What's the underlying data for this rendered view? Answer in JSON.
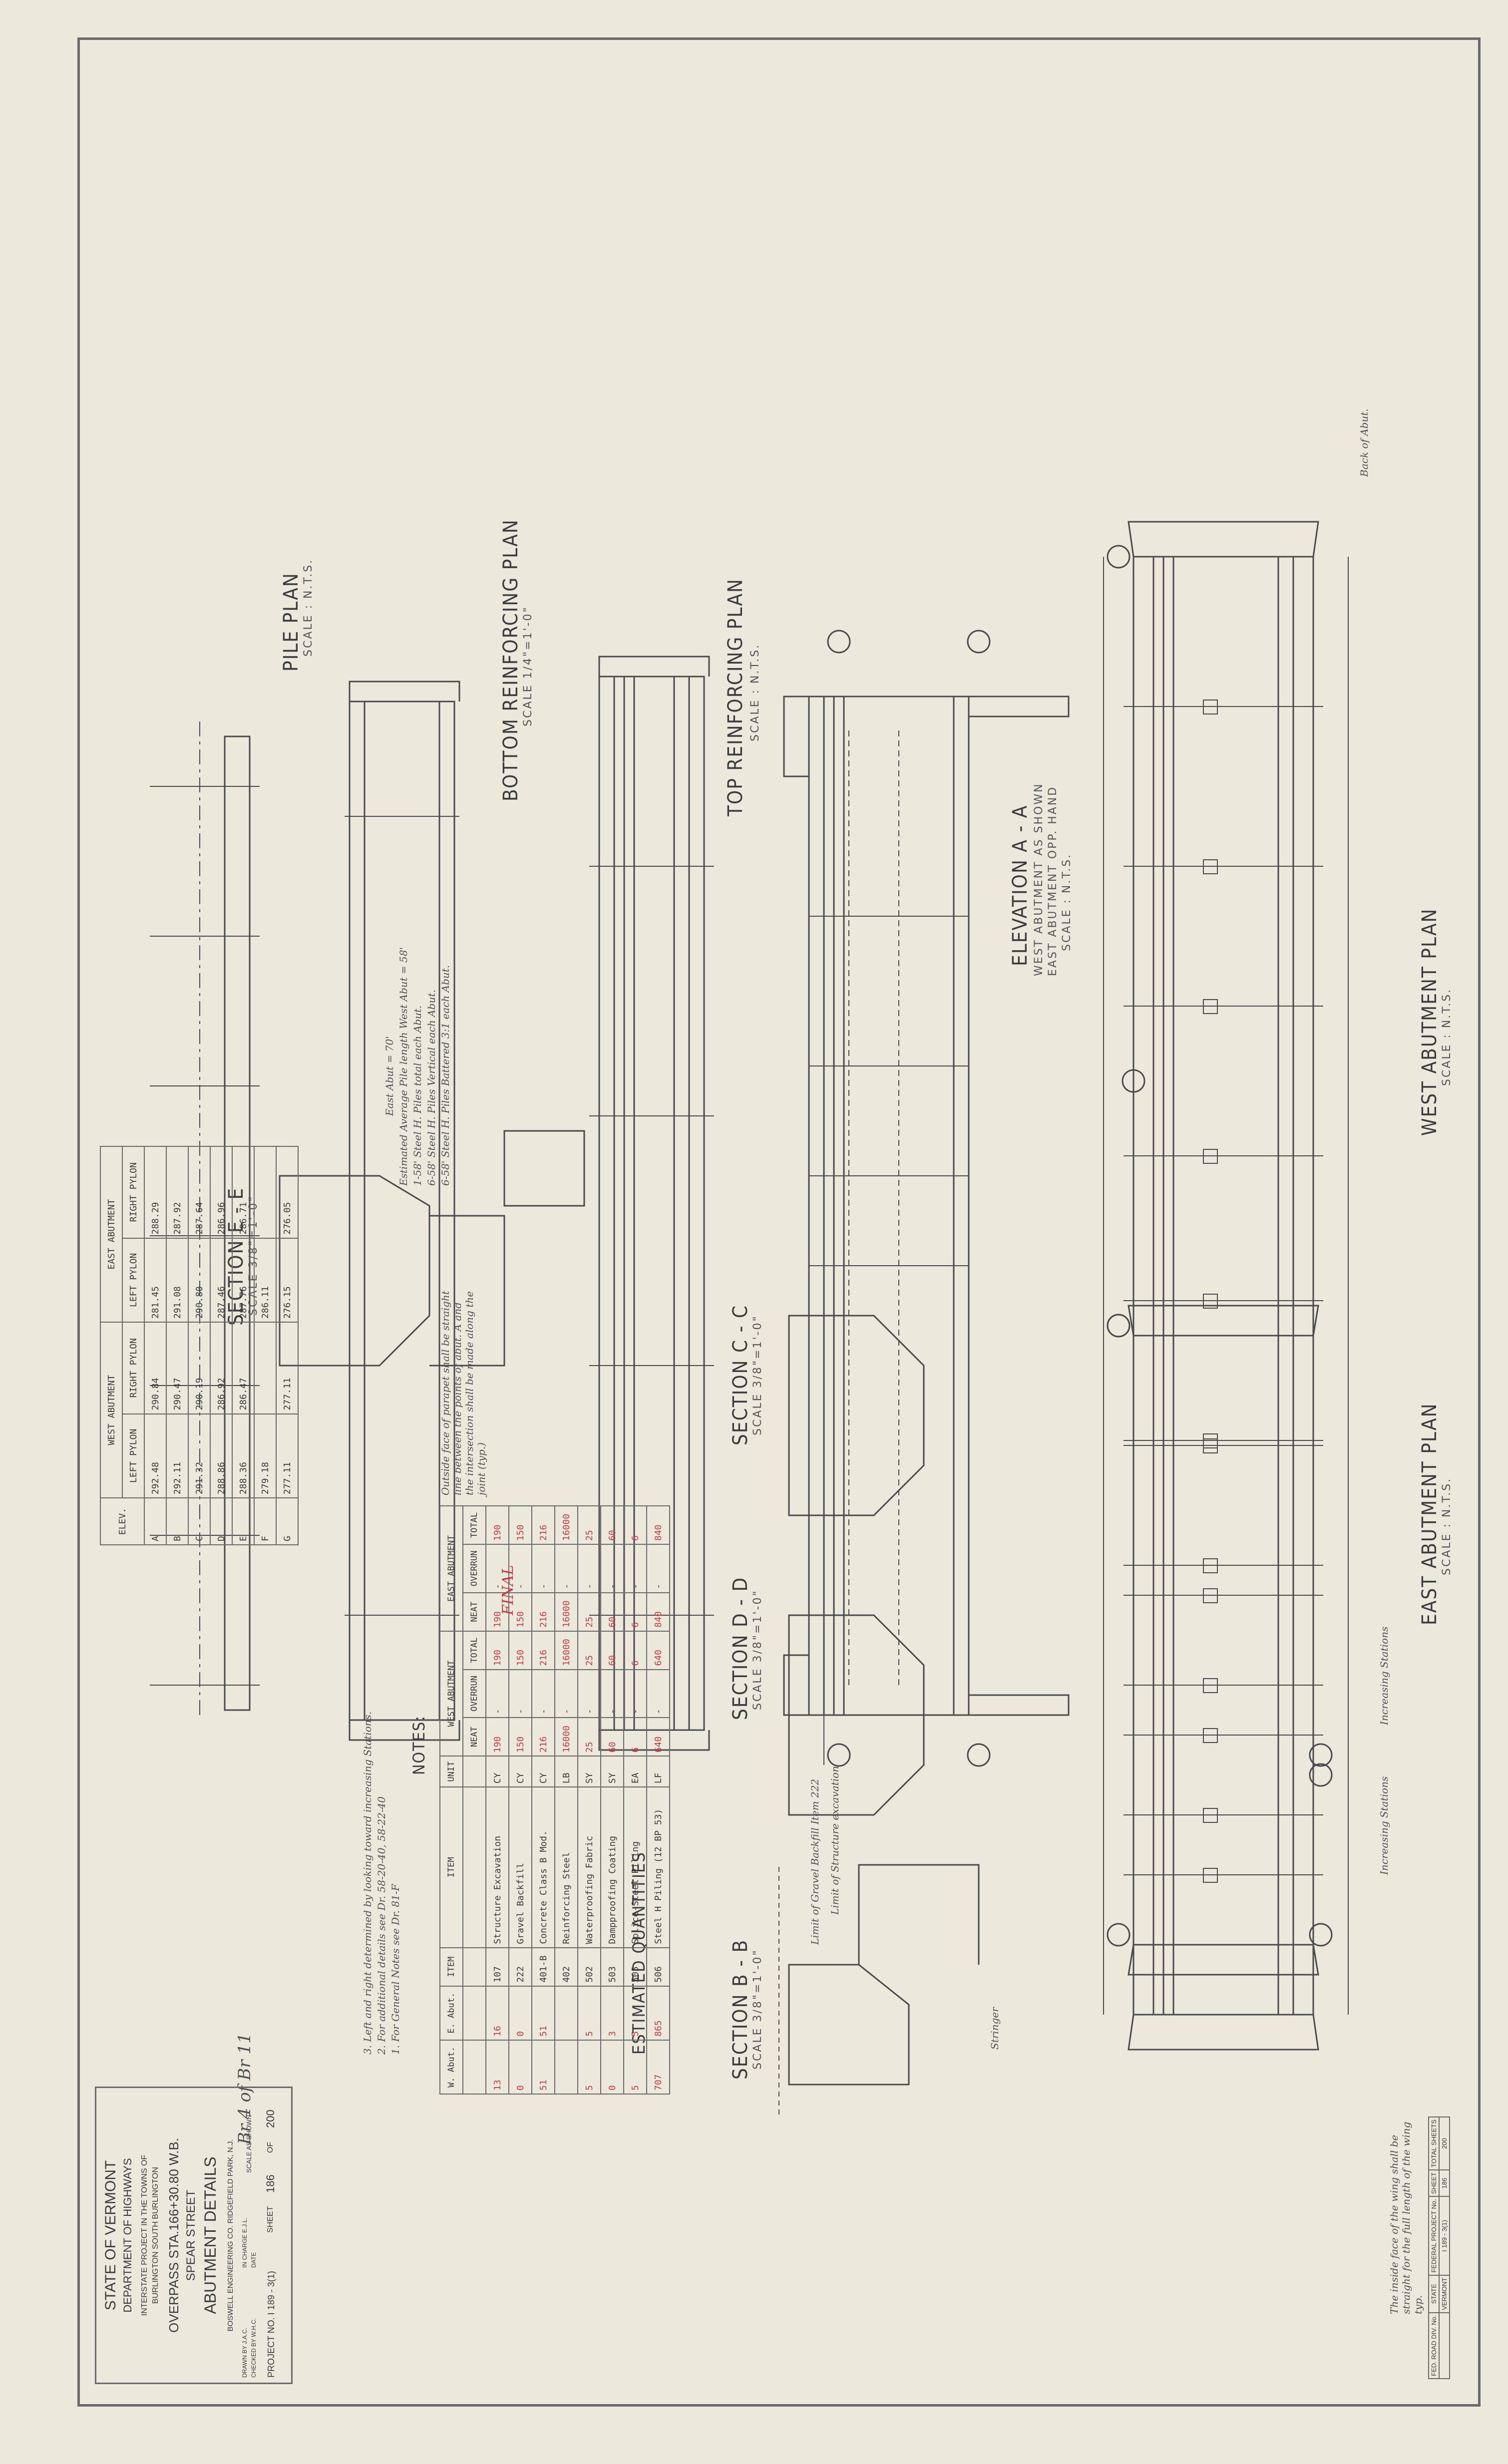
{
  "drawings": {
    "west_abutment_plan": {
      "title": "WEST  ABUTMENT PLAN",
      "scale": "SCALE : N.T.S."
    },
    "elevation_aa": {
      "title": "ELEVATION A - A",
      "sub1": "WEST ABUTMENT AS SHOWN",
      "sub2": "EAST ABUTMENT OPP. HAND",
      "scale": "SCALE : N.T.S."
    },
    "top_reinforcing_plan": {
      "title": "TOP REINFORCING PLAN",
      "scale": "SCALE : N.T.S."
    },
    "bottom_reinforcing_plan": {
      "title": "BOTTOM REINFORCING PLAN",
      "scale": "SCALE 1/4\"=1'-0\""
    },
    "pile_plan": {
      "title": "PILE  PLAN",
      "scale": "SCALE : N.T.S."
    },
    "east_abutment_plan": {
      "title": "EAST  ABUTMENT PLAN",
      "scale": "SCALE : N.T.S."
    },
    "section_cc": {
      "title": "SECTION  C - C",
      "scale": "SCALE  3/8\"=1'-0\""
    },
    "section_dd": {
      "title": "SECTION  D - D",
      "scale": "SCALE  3/8\"=1'-0\""
    },
    "section_bb": {
      "title": "SECTION  B - B",
      "scale": "SCALE  3/8\"=1'-0\""
    },
    "section_ee": {
      "title": "SECTION  E - E",
      "scale": "SCALE  3/8\"=1'-0\""
    }
  },
  "annotations": {
    "wing_face_note": "The inside face of the wing shall be straight for the full length of the wing typ.",
    "increasing_stations_1": "Increasing Stations",
    "increasing_stations_2": "Increasing Stations",
    "back_of_abut": "Back of Abut.",
    "limit_structure": "Limit of Structure excavation",
    "limit_gravel": "Limit of Gravel Backfill Item 222",
    "stringer": "Stringer",
    "piles_note_1": "6-58' Steel H. Piles Battered 3:1 each Abut.",
    "piles_note_2": "6-58' Steel H. Piles Vertical each Abut.",
    "piles_note_3": "1-58' Steel H. Piles total each Abut.",
    "piles_note_4": "Estimated Average Pile length West Abut = 58'",
    "piles_note_5": "East Abut = 70'",
    "outside_face_note": "Outside face of parapet shall be straight line between the points of abut. A and the intersection shall be made along the joint (typ.)",
    "final_stamp": "FINAL",
    "br_note": "Br 4 of Br 11"
  },
  "quantities": {
    "title": "ESTIMATED   QUANTITIES",
    "col_item_no": "ITEM",
    "col_item": "ITEM",
    "col_unit": "UNIT",
    "col_west": "WEST  ABUTMENT",
    "col_east": "EAST  ABUTMENT",
    "col_neat": "NEAT",
    "col_overrun": "OVERRUN",
    "col_total": "TOTAL",
    "left_head_1": "W. Abut.",
    "left_head_2": "E. Abut.",
    "rows": [
      {
        "w": "13",
        "e": "16",
        "no": "107",
        "item": "Structure Excavation",
        "unit": "CY",
        "wn": "190",
        "wo": "-",
        "wt": "190",
        "en": "190",
        "eo": "-",
        "et": "190"
      },
      {
        "w": "0",
        "e": "0",
        "no": "222",
        "item": "Gravel Backfill",
        "unit": "CY",
        "wn": "150",
        "wo": "-",
        "wt": "150",
        "en": "150",
        "eo": "-",
        "et": "150"
      },
      {
        "w": "51",
        "e": "51",
        "no": "401-B",
        "item": "Concrete Class B Mod.",
        "unit": "CY",
        "wn": "216",
        "wo": "-",
        "wt": "216",
        "en": "216",
        "eo": "-",
        "et": "216"
      },
      {
        "w": "",
        "e": "",
        "no": "402",
        "item": "Reinforcing Steel",
        "unit": "LB",
        "wn": "16000",
        "wo": "-",
        "wt": "16000",
        "en": "16000",
        "eo": "-",
        "et": "16000"
      },
      {
        "w": "5",
        "e": "5",
        "no": "502",
        "item": "Waterproofing Fabric",
        "unit": "SY",
        "wn": "25",
        "wo": "-",
        "wt": "25",
        "en": "25",
        "eo": "-",
        "et": "25"
      },
      {
        "w": "0",
        "e": "3",
        "no": "503",
        "item": "Dampproofing Coating",
        "unit": "SY",
        "wn": "60",
        "wo": "-",
        "wt": "60",
        "en": "60",
        "eo": "-",
        "et": "60"
      },
      {
        "w": "5",
        "e": "5",
        "no": "505",
        "item": "Splice-Steel Piling",
        "unit": "EA",
        "wn": "6",
        "wo": "-",
        "wt": "6",
        "en": "6",
        "eo": "-",
        "et": "6"
      },
      {
        "w": "707",
        "e": "865",
        "no": "506",
        "item": "Steel H Piling (12 BP 53)",
        "unit": "LF",
        "wn": "640",
        "wo": "-",
        "wt": "640",
        "en": "840",
        "eo": "-",
        "et": "840"
      }
    ]
  },
  "notes": {
    "title": "NOTES:",
    "n1": "1. For General Notes see Dr. 81-F",
    "n2": "2. For additional details see Dr. 58-20-40, 58-22-40",
    "n3": "3. Left and right determined by looking toward increasing Stations."
  },
  "elevations": {
    "head_elev": "ELEV.",
    "head_west": "WEST  ABUTMENT",
    "head_east": "EAST  ABUTMENT",
    "head_left": "LEFT PYLON",
    "head_right": "RIGHT PYLON",
    "rows": [
      {
        "e": "A",
        "wl": "292.48",
        "wr": "290.84",
        "el": "281.45",
        "er": "288.29"
      },
      {
        "e": "B",
        "wl": "292.11",
        "wr": "290.47",
        "el": "291.08",
        "er": "287.92"
      },
      {
        "e": "C",
        "wl": "291.32",
        "wr": "290.19",
        "el": "290.80",
        "er": "287.64"
      },
      {
        "e": "D",
        "wl": "288.86",
        "wr": "286.92",
        "el": "287.46",
        "er": "286.96"
      },
      {
        "e": "E",
        "wl": "288.36",
        "wr": "286.47",
        "el": "287.76",
        "er": "286.71"
      },
      {
        "e": "F",
        "wl": "279.18",
        "wr": "",
        "el": "286.11",
        "er": ""
      },
      {
        "e": "G",
        "wl": "277.11",
        "wr": "277.11",
        "el": "276.15",
        "er": "276.05"
      }
    ]
  },
  "title_block": {
    "state": "STATE OF VERMONT",
    "dept": "DEPARTMENT OF HIGHWAYS",
    "project_line": "INTERSTATE PROJECT IN THE TOWNS OF",
    "towns": "BURLINGTON  SOUTH BURLINGTON",
    "overpass": "OVERPASS STA.166+30.80 W.B.",
    "street": "SPEAR  STREET",
    "sheet_title": "ABUTMENT  DETAILS",
    "firm": "BOSWELL ENGINEERING CO.     RIDGEFIELD PARK, N.J.",
    "drawn": "DRAWN BY  J.A.C.",
    "checked": "CHECKED BY  W.H.C.",
    "in_charge": "IN CHARGE  E.J.L.",
    "date": "DATE",
    "scale": "SCALE AS SHOWN",
    "project_no": "PROJECT NO. I 189 - 3(1)",
    "sheet": "SHEET",
    "sheet_no": "186",
    "of": "OF",
    "total": "200"
  },
  "fed_block": {
    "h1": "FED. ROAD DIV. No.",
    "h2": "STATE",
    "h3": "FEDERAL PROJECT No.",
    "h4": "SHEET",
    "h5": "TOTAL SHEETS",
    "v2": "VERMONT",
    "v3": "I 189 - 3(1)",
    "v4": "186",
    "v5": "200"
  },
  "colors": {
    "ink": "#3a3a3c",
    "paper": "#ece9dc",
    "red": "#c23a48"
  }
}
